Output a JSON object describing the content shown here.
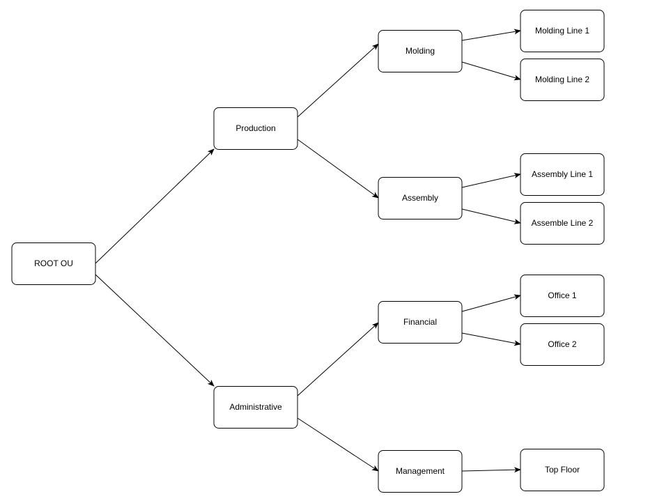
{
  "diagram": {
    "type": "org-tree",
    "nodes": [
      {
        "id": "root",
        "label": "ROOT OU"
      },
      {
        "id": "production",
        "label": "Production"
      },
      {
        "id": "administrative",
        "label": "Administrative"
      },
      {
        "id": "molding",
        "label": "Molding"
      },
      {
        "id": "assembly",
        "label": "Assembly"
      },
      {
        "id": "financial",
        "label": "Financial"
      },
      {
        "id": "management",
        "label": "Management"
      },
      {
        "id": "molding-line-1",
        "label": "Molding Line 1"
      },
      {
        "id": "molding-line-2",
        "label": "Molding Line 2"
      },
      {
        "id": "assembly-line-1",
        "label": "Assembly Line 1"
      },
      {
        "id": "assemble-line-2",
        "label": "Assemble Line 2"
      },
      {
        "id": "office-1",
        "label": "Office 1"
      },
      {
        "id": "office-2",
        "label": "Office 2"
      },
      {
        "id": "top-floor",
        "label": "Top Floor"
      }
    ],
    "edges": [
      {
        "from": "root",
        "to": "production"
      },
      {
        "from": "root",
        "to": "administrative"
      },
      {
        "from": "production",
        "to": "molding"
      },
      {
        "from": "production",
        "to": "assembly"
      },
      {
        "from": "administrative",
        "to": "financial"
      },
      {
        "from": "administrative",
        "to": "management"
      },
      {
        "from": "molding",
        "to": "molding-line-1"
      },
      {
        "from": "molding",
        "to": "molding-line-2"
      },
      {
        "from": "assembly",
        "to": "assembly-line-1"
      },
      {
        "from": "assembly",
        "to": "assemble-line-2"
      },
      {
        "from": "financial",
        "to": "office-1"
      },
      {
        "from": "financial",
        "to": "office-2"
      },
      {
        "from": "management",
        "to": "top-floor"
      }
    ],
    "colors": {
      "stroke": "#000000",
      "fill": "#ffffff",
      "text": "#000000"
    }
  }
}
